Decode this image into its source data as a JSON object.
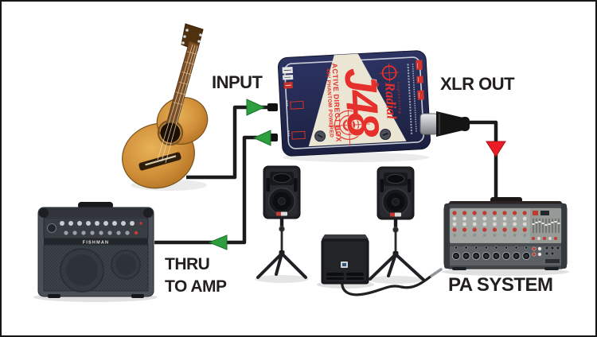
{
  "diagram": {
    "connection_labels": {
      "input": "INPUT",
      "xlr_out": "XLR OUT",
      "thru_line1": "THRU",
      "thru_line2": "TO AMP",
      "pa_system": "PA SYSTEM"
    },
    "di_box": {
      "model": "J48",
      "type_line1": "ACTIVE DIRECT BOX",
      "type_line2": "48V PHANTOM POWERED",
      "brand": "Radial",
      "brand_sub": "engineering"
    },
    "amplifier": {
      "brand": "FISHMAN"
    },
    "signal_flow": [
      {
        "from": "acoustic guitar",
        "to": "J48 input",
        "label": "INPUT",
        "arrow_color": "green"
      },
      {
        "from": "J48 thru",
        "to": "guitar amplifier",
        "label": "THRU TO AMP",
        "arrow_color": "green"
      },
      {
        "from": "J48 XLR out",
        "to": "PA system mixer",
        "label": "XLR OUT",
        "arrow_color": "red"
      }
    ],
    "colors": {
      "background": "#ffffff",
      "cable": "#1a1a1a",
      "arrow_green": "#2f9e3e",
      "arrow_red": "#ec1c24",
      "di_box_navy": "#232947",
      "di_box_red": "#e5302b",
      "label_text": "#231f20"
    }
  }
}
